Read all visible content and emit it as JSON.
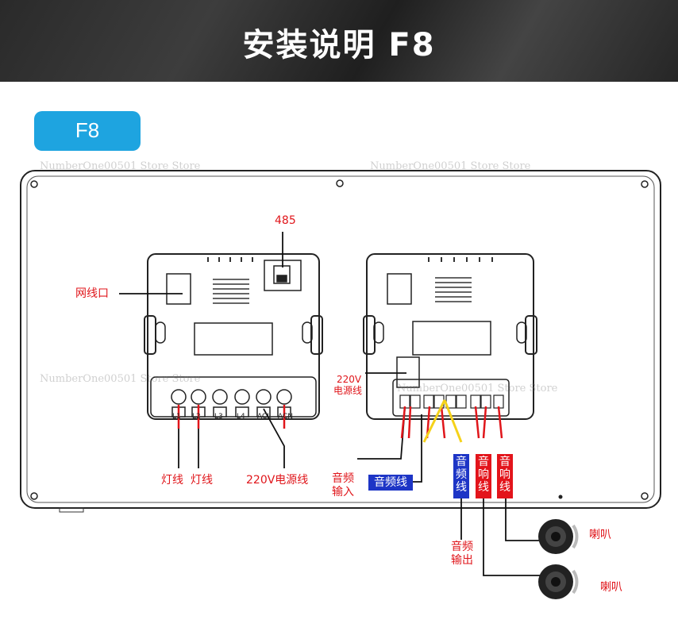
{
  "header": {
    "title": "安装说明  F8"
  },
  "badge": {
    "label": "F8"
  },
  "left_panel": {
    "labels": {
      "port_485": "485",
      "network_port": "网线口",
      "light_wire_1": "灯线",
      "light_wire_2": "灯线",
      "power_220v": "220V电源线"
    },
    "terminals": [
      "L1",
      "L2",
      "L3",
      "L4",
      "ACL",
      "ACN"
    ]
  },
  "right_panel": {
    "labels": {
      "power_220v_line1": "220V",
      "power_220v_line2": "电源线",
      "audio_input_line1": "音频",
      "audio_input_line2": "输入",
      "audio_wire_box": "音频线",
      "audio_box_v": [
        "音",
        "频",
        "线"
      ],
      "speaker_box1_v": [
        "音",
        "响",
        "线"
      ],
      "speaker_box2_v": [
        "音",
        "响",
        "线"
      ],
      "audio_output_line1": "音频",
      "audio_output_line2": "输出",
      "speaker_1": "喇叭",
      "speaker_2": "喇叭"
    }
  },
  "watermark": "NumberOne00501 Store Store",
  "colors": {
    "accent": "#1ea4e0",
    "label_red": "#e0161b",
    "box_blue": "#1d35c6",
    "box_red": "#e3141b"
  }
}
